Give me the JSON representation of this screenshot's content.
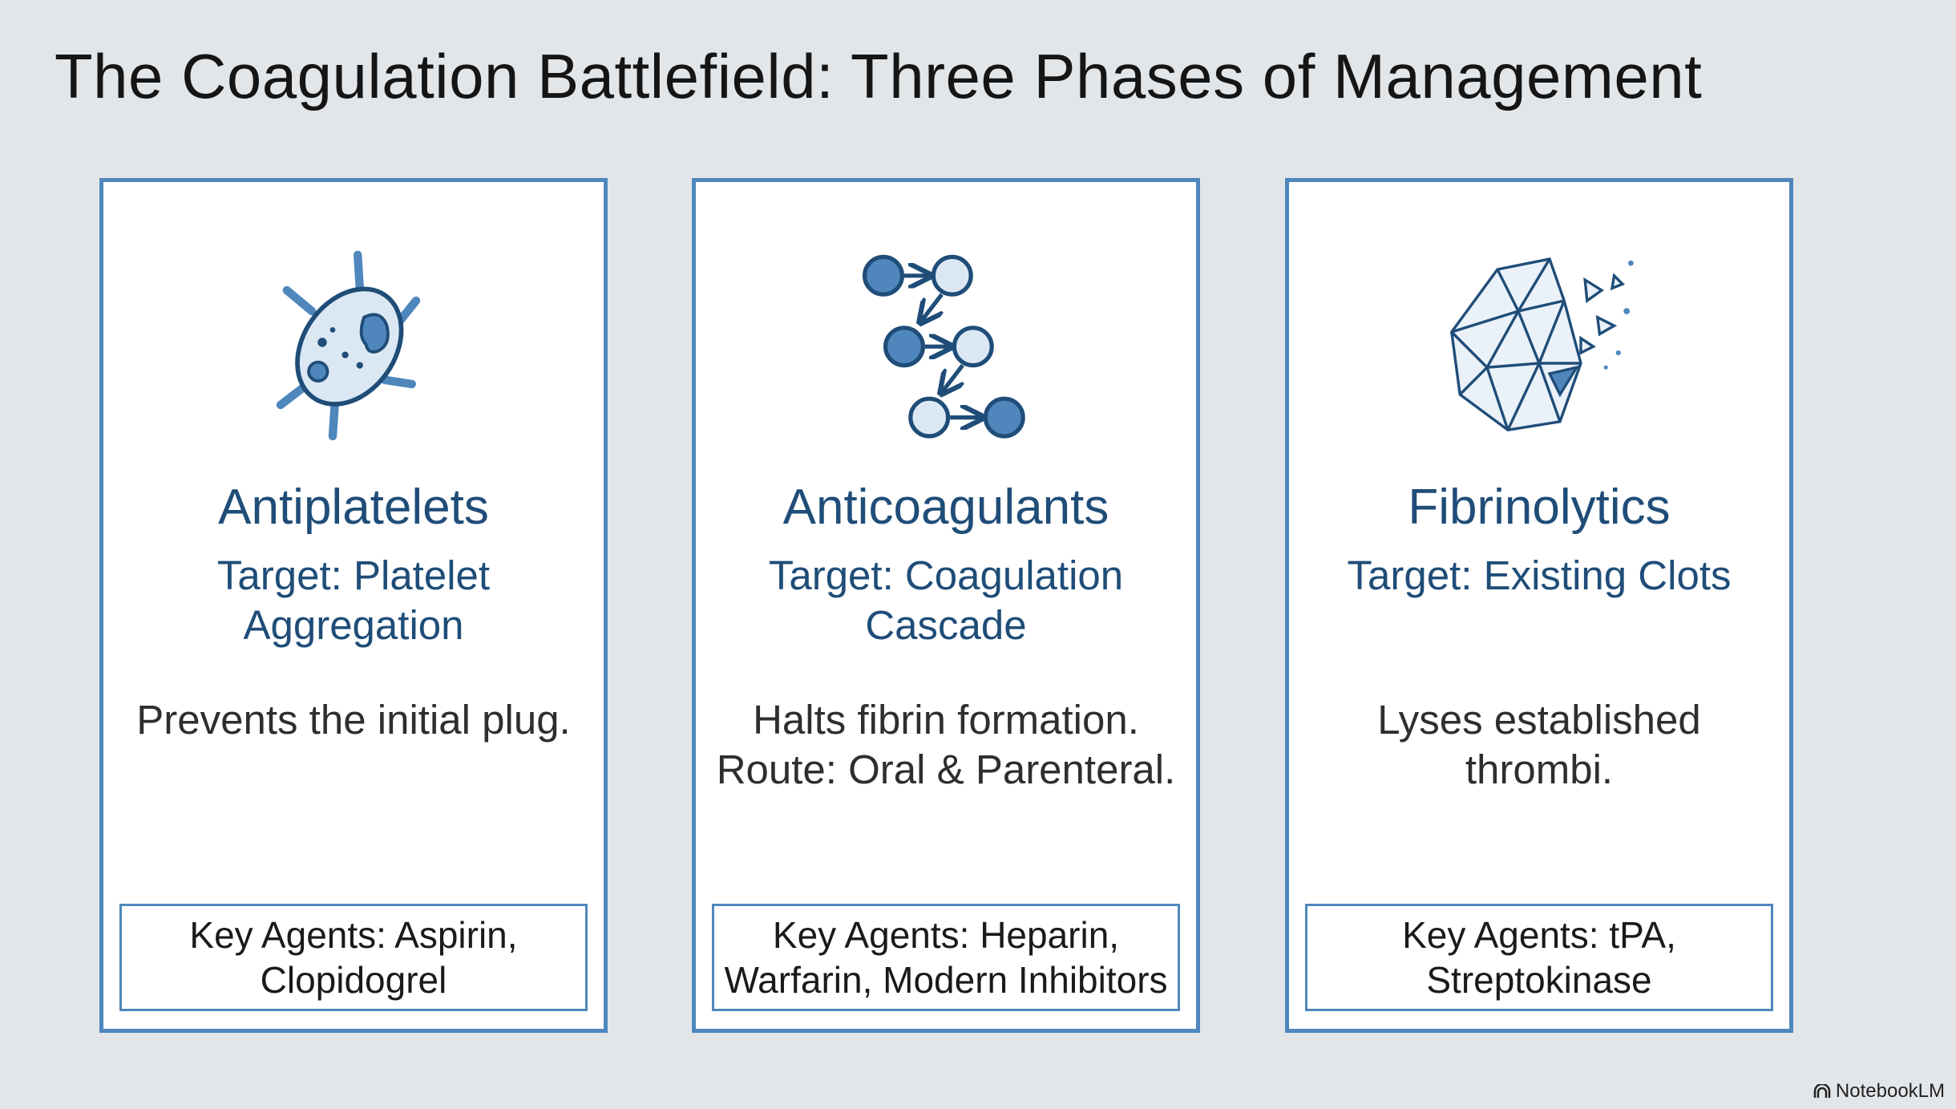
{
  "title": "The Coagulation Battlefield: Three Phases of Management",
  "cards": [
    {
      "icon": "platelet-icon",
      "heading": "Antiplatelets",
      "target": "Target: Platelet Aggregation",
      "description": "Prevents the initial plug.",
      "agents": "Key Agents: Aspirin, Clopidogrel"
    },
    {
      "icon": "cascade-icon",
      "heading": "Anticoagulants",
      "target": "Target: Coagulation Cascade",
      "description": "Halts fibrin formation. Route: Oral & Parenteral.",
      "agents": "Key Agents: Heparin, Warfarin, Modern Inhibitors"
    },
    {
      "icon": "dissolving-clot-icon",
      "heading": "Fibrinolytics",
      "target": "Target: Existing Clots",
      "description": "Lyses established thrombi.",
      "agents": "Key Agents: tPA, Streptokinase"
    }
  ],
  "brand": "NotebookLM",
  "colors": {
    "accent": "#4f87bd",
    "heading": "#1f4d78",
    "background": "#e3e6e9"
  }
}
